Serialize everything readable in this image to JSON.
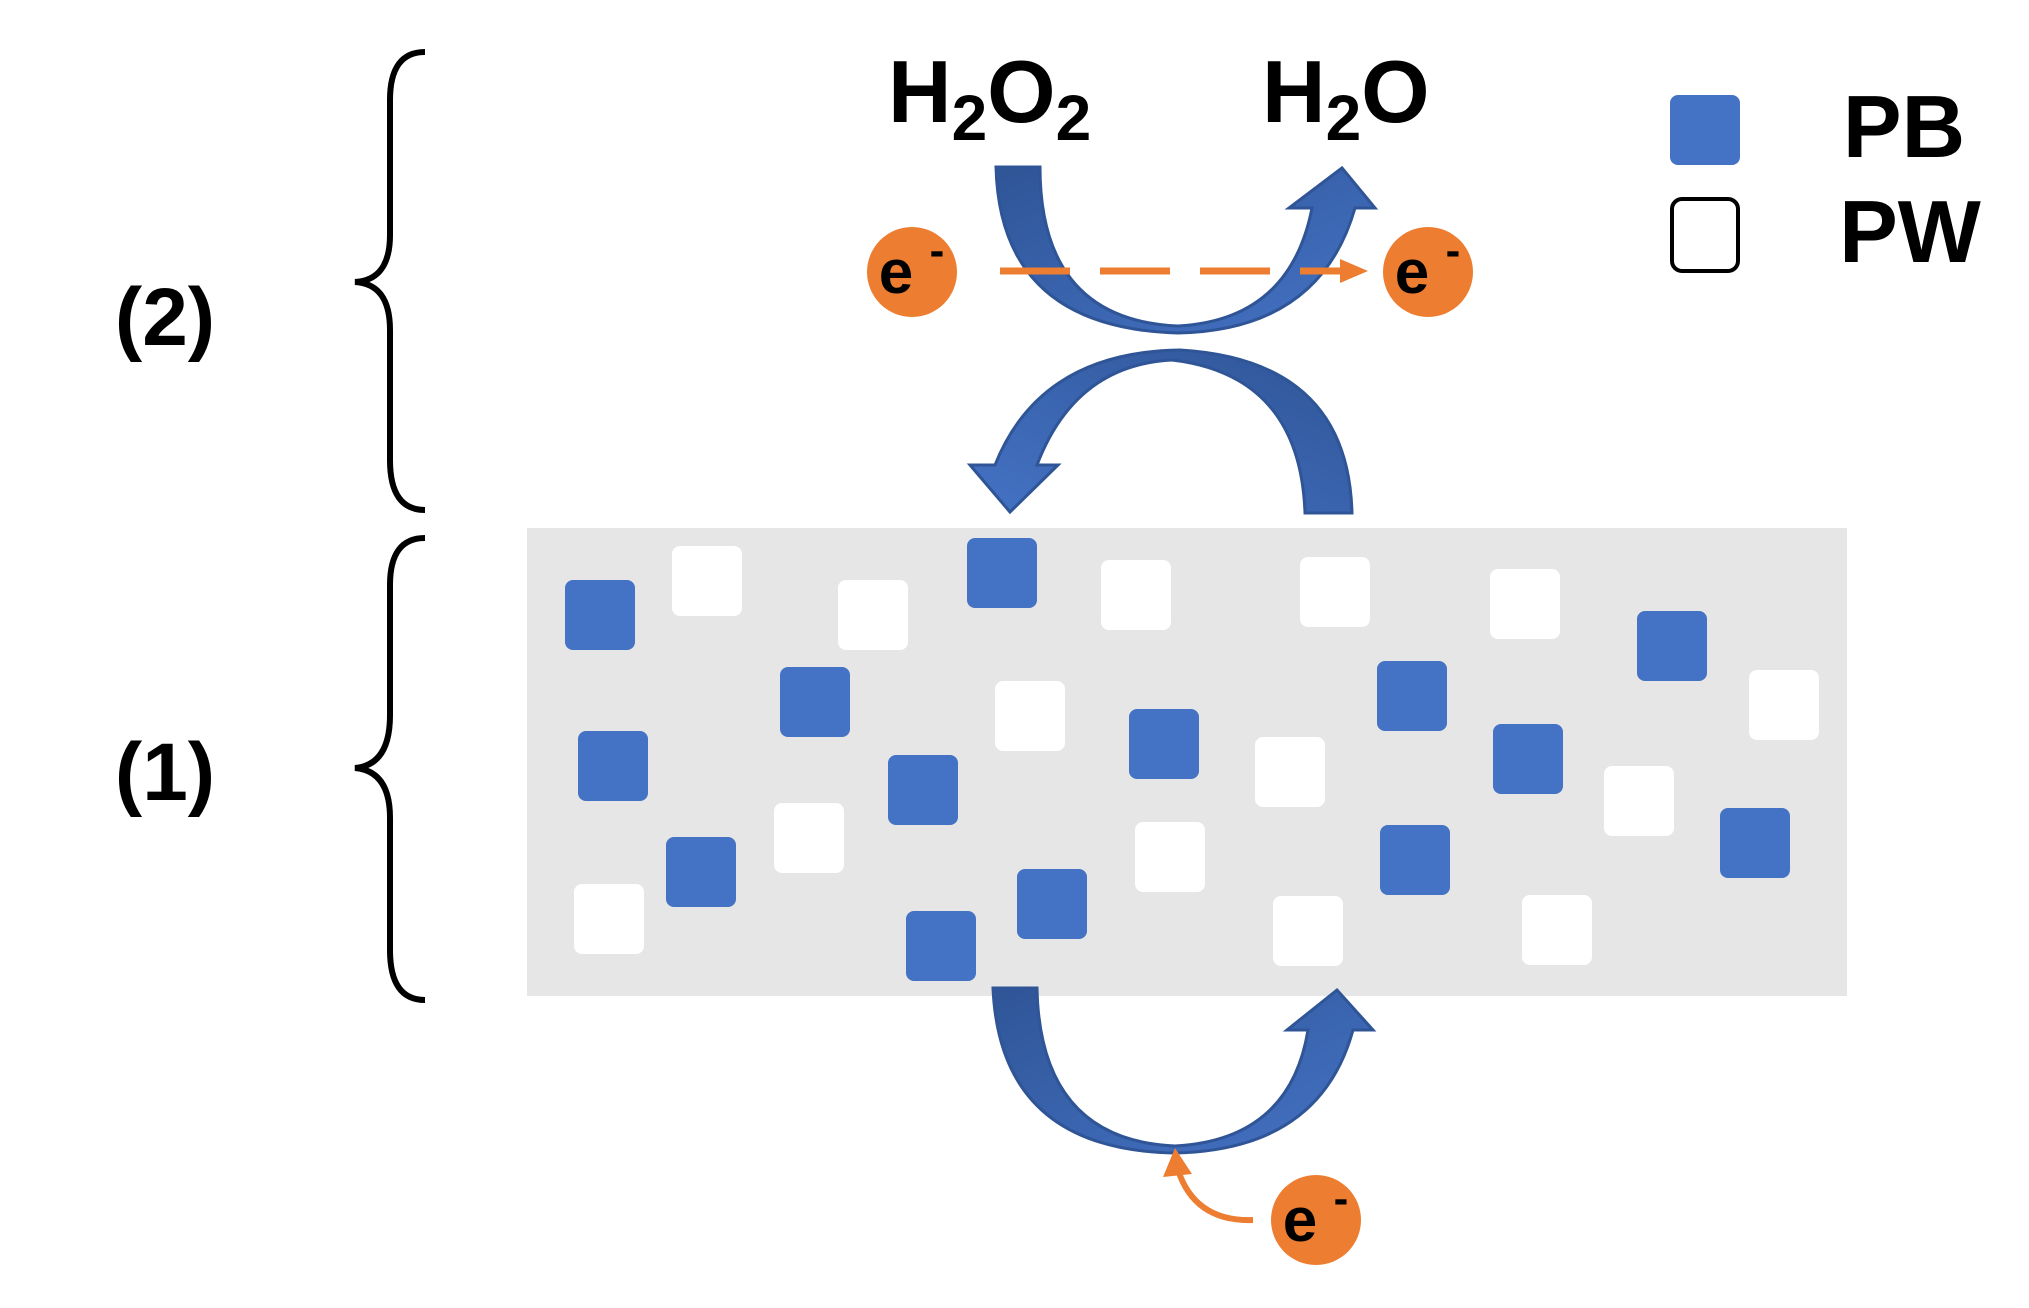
{
  "labels": {
    "section_top": "(2)",
    "section_bottom": "(1)"
  },
  "reaction": {
    "reactant": {
      "main": "H",
      "sub1": "2",
      "mid": "O",
      "sub2": "2"
    },
    "product": {
      "main": "H",
      "sub1": "2",
      "end": "O"
    }
  },
  "electron": {
    "symbol": "e",
    "charge": "-"
  },
  "legend": {
    "items": [
      {
        "label": "PB",
        "color": "#4472C4"
      },
      {
        "label": "PW",
        "color": "#FFFFFF"
      }
    ]
  },
  "colors": {
    "pb_square": "#4472C4",
    "pw_square": "#FFFFFF",
    "arrow_blue": "#4472C4",
    "arrow_dark": "#2F5597",
    "electron_orange": "#ED7D31",
    "film_gray": "#E7E6E6"
  }
}
